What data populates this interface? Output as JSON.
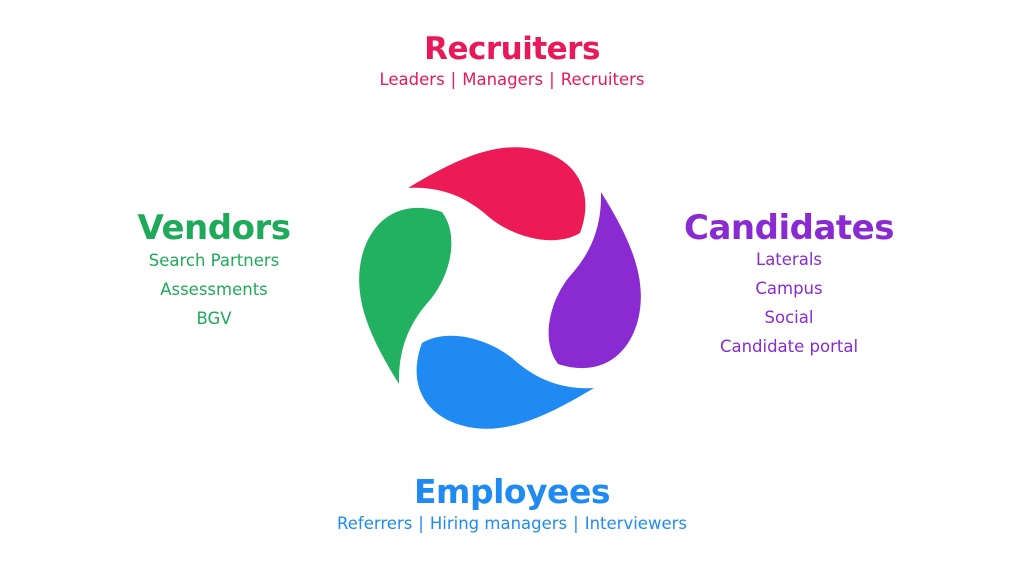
{
  "logo": {
    "icon": "four-petal-swirl-logo",
    "colors": {
      "top": "#ec1a55",
      "right": "#8a2bd2",
      "bottom": "#1f8bf2",
      "left": "#22b061"
    }
  },
  "recruiters": {
    "title": "Recruiters",
    "color": "#e8185a",
    "items": [
      "Leaders",
      "Managers",
      "Recruiters"
    ],
    "separator": "|"
  },
  "vendors": {
    "title": "Vendors",
    "color": "#1faa5a",
    "items": [
      "Search Partners",
      "Assessments",
      "BGV"
    ]
  },
  "candidates": {
    "title": "Candidates",
    "color": "#8a2bd2",
    "items": [
      "Laterals",
      "Campus",
      "Social",
      "Candidate portal"
    ]
  },
  "employees": {
    "title": "Employees",
    "color": "#1f8bf2",
    "items": [
      "Referrers",
      "Hiring managers",
      "Interviewers"
    ],
    "separator": "|"
  }
}
